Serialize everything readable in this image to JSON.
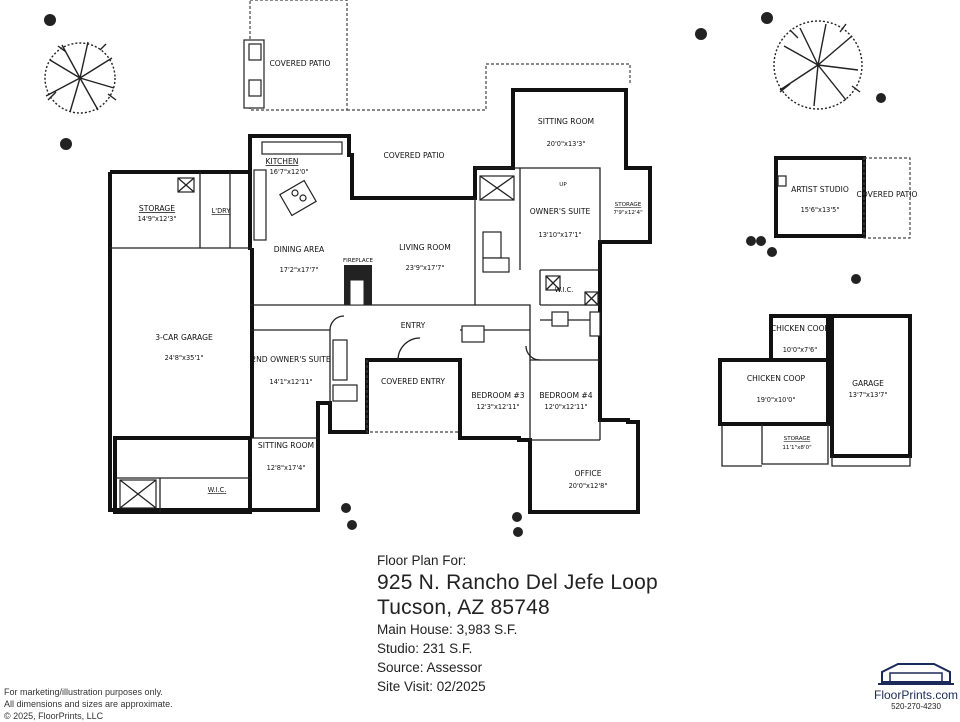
{
  "rooms": {
    "covered_patio_top": {
      "name": "COVERED PATIO"
    },
    "kitchen": {
      "name": "KITCHEN",
      "dim": "16'7\"x12'0\""
    },
    "covered_patio_mid": {
      "name": "COVERED PATIO"
    },
    "sitting_room_top": {
      "name": "SITTING ROOM",
      "dim": "20'0\"x13'3\""
    },
    "storage_left": {
      "name": "STORAGE",
      "dim": "14'9\"x12'3\""
    },
    "laundry": {
      "name": "L'DRY"
    },
    "dining": {
      "name": "DINING AREA",
      "dim": "17'2\"x17'7\""
    },
    "fireplace": {
      "name": "FIREPLACE"
    },
    "living": {
      "name": "LIVING ROOM",
      "dim": "23'9\"x17'7\""
    },
    "owners_suite": {
      "name": "OWNER'S SUITE",
      "dim": "13'10\"x17'1\""
    },
    "storage_right": {
      "name": "STORAGE",
      "dim": "7'9\"x12'4\""
    },
    "up": {
      "name": "UP"
    },
    "wic_owner": {
      "name": "W.I.C."
    },
    "garage": {
      "name": "3-CAR GARAGE",
      "dim": "24'8\"x35'1\""
    },
    "entry": {
      "name": "ENTRY"
    },
    "second_suite": {
      "name": "2ND OWNER'S SUITE",
      "dim": "14'1\"x12'11\""
    },
    "covered_entry": {
      "name": "COVERED ENTRY"
    },
    "bedroom3": {
      "name": "BEDROOM #3",
      "dim": "12'3\"x12'11\""
    },
    "bedroom4": {
      "name": "BEDROOM #4",
      "dim": "12'0\"x12'11\""
    },
    "sitting_room_low": {
      "name": "SITTING ROOM",
      "dim": "12'8\"x17'4\""
    },
    "wic_low": {
      "name": "W.I.C."
    },
    "office": {
      "name": "OFFICE",
      "dim": "20'0\"x12'8\""
    },
    "artist_studio": {
      "name": "ARTIST STUDIO",
      "dim": "15'6\"x13'5\""
    },
    "covered_patio_studio": {
      "name": "COVERED PATIO"
    },
    "chicken_coop_1": {
      "name": "CHICKEN COOP",
      "dim": "10'0\"x7'6\""
    },
    "chicken_coop_2": {
      "name": "CHICKEN COOP",
      "dim": "19'0\"x10'0\""
    },
    "storage_coop": {
      "name": "STORAGE",
      "dim": "11'1\"x8'0\""
    },
    "garage_detached": {
      "name": "GARAGE",
      "dim": "13'7\"x13'7\""
    }
  },
  "title_block": {
    "heading": "Floor Plan For:",
    "address_line1": "925 N. Rancho Del Jefe Loop",
    "address_line2": "Tucson, AZ  85748",
    "main_house_label": "Main House:",
    "main_house_value": "3,983 S.F.",
    "studio_label": "Studio:",
    "studio_value": "231 S.F.",
    "source_label": "Source:",
    "source_value": "Assessor",
    "site_visit_label": "Site Visit:",
    "site_visit_value": "02/2025"
  },
  "disclaimer": {
    "line1": "For marketing/illustration purposes only.",
    "line2": "All dimensions and sizes are approximate.",
    "copyright": "© 2025, FloorPrints, LLC"
  },
  "brand": {
    "name": "FloorPrints.com",
    "phone": "520-270-4230"
  }
}
